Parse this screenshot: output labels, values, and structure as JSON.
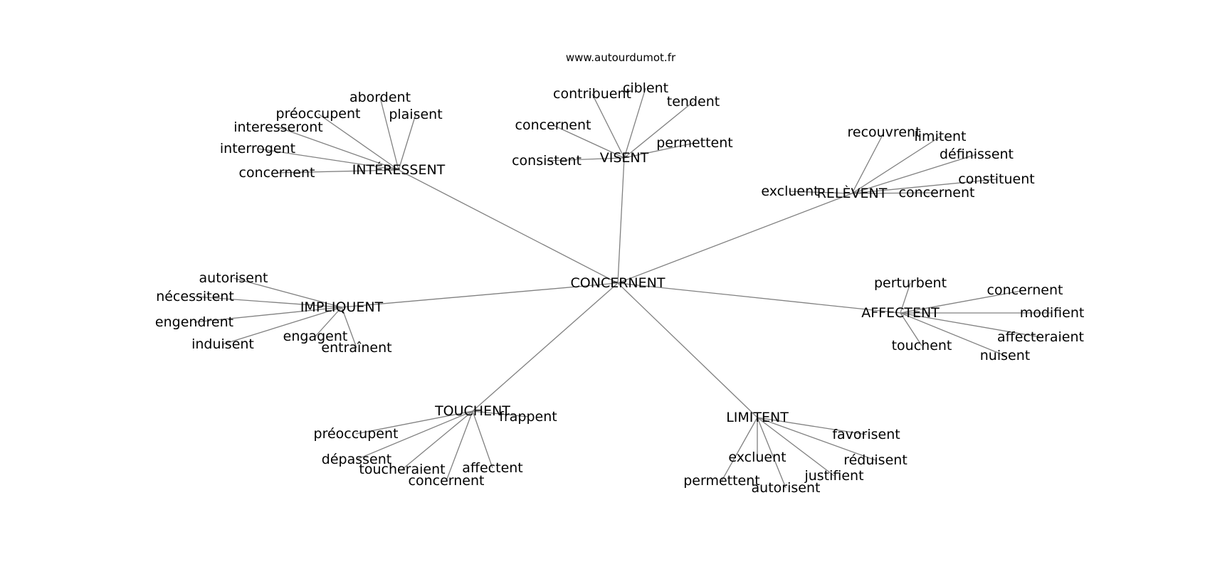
{
  "watermark": "www.autourdumot.fr",
  "colors": {
    "edge": "#808080",
    "text": "#000000",
    "background": "#ffffff"
  },
  "graph": {
    "root": "CONCERNENT",
    "clusters": [
      {
        "label": "INTÉRESSENT",
        "leaves": [
          "abordent",
          "préoccupent",
          "plaisent",
          "interesseront",
          "interrogent",
          "concernent"
        ]
      },
      {
        "label": "VISENT",
        "leaves": [
          "contribuent",
          "ciblent",
          "tendent",
          "concernent",
          "permettent",
          "consistent"
        ]
      },
      {
        "label": "RELÈVENT",
        "leaves": [
          "recouvrent",
          "limitent",
          "définissent",
          "constituent",
          "concernent",
          "excluent"
        ]
      },
      {
        "label": "IMPLIQUENT",
        "leaves": [
          "autorisent",
          "nécessitent",
          "engendrent",
          "induisent",
          "engagent",
          "entraînent"
        ]
      },
      {
        "label": "AFFECTENT",
        "leaves": [
          "perturbent",
          "concernent",
          "modifient",
          "affecteraient",
          "nuisent",
          "touchent"
        ]
      },
      {
        "label": "TOUCHENT",
        "leaves": [
          "frappent",
          "préoccupent",
          "dépassent",
          "toucheraient",
          "concernent",
          "affectent"
        ]
      },
      {
        "label": "LIMITENT",
        "leaves": [
          "favorisent",
          "réduisent",
          "justifient",
          "autorisent",
          "excluent",
          "permettent"
        ]
      }
    ]
  }
}
